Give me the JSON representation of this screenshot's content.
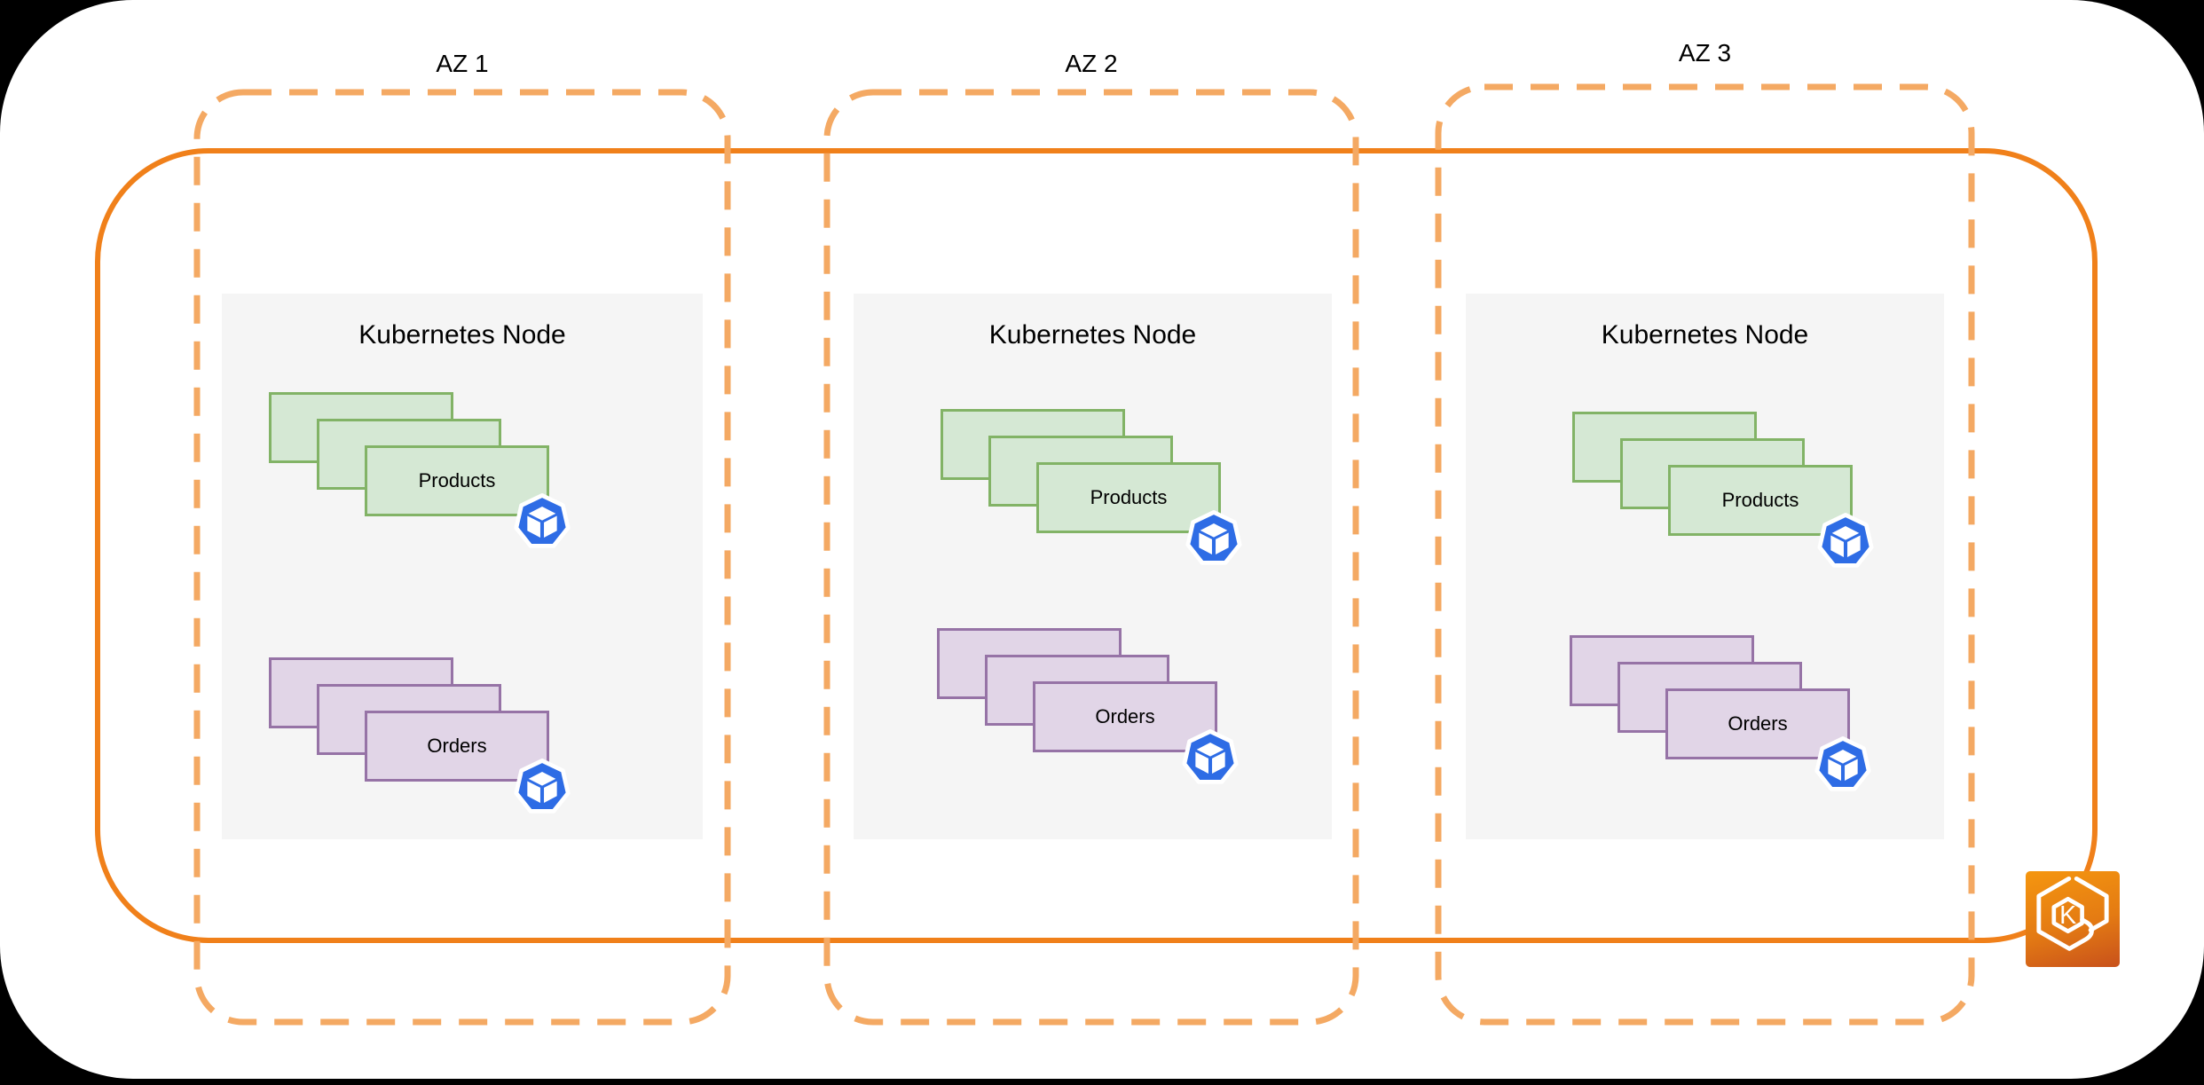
{
  "cluster": {
    "type": "Amazon EKS cluster boundary",
    "border_color": "#F0801A"
  },
  "azs": [
    {
      "label": "AZ 1",
      "node": {
        "title": "Kubernetes Node",
        "pods": [
          {
            "name": "Products",
            "replicas_shown": 3
          },
          {
            "name": "Orders",
            "replicas_shown": 3
          }
        ]
      }
    },
    {
      "label": "AZ 2",
      "node": {
        "title": "Kubernetes Node",
        "pods": [
          {
            "name": "Products",
            "replicas_shown": 3
          },
          {
            "name": "Orders",
            "replicas_shown": 3
          }
        ]
      }
    },
    {
      "label": "AZ 3",
      "node": {
        "title": "Kubernetes Node",
        "pods": [
          {
            "name": "Products",
            "replicas_shown": 3
          },
          {
            "name": "Orders",
            "replicas_shown": 3
          }
        ]
      }
    }
  ],
  "icons": {
    "pod": "kubernetes-pod-icon",
    "eks": "amazon-eks-icon",
    "eks_letter": "K"
  },
  "colors": {
    "az_dashed_border": "#F4A963",
    "cluster_border": "#F0801A",
    "node_fill": "#F5F5F5",
    "products_fill": "#D5E8D4",
    "products_border": "#82B366",
    "orders_fill": "#E1D5E7",
    "orders_border": "#9673A6",
    "pod_blue": "#2E6CE5",
    "eks_gradient_top": "#F5960F",
    "eks_gradient_bottom": "#C8511B"
  }
}
